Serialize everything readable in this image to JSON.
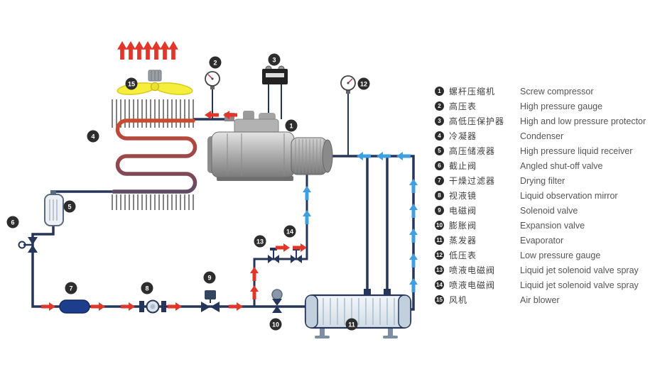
{
  "legend": {
    "items": [
      {
        "num": "1",
        "zh": "螺杆压缩机",
        "en": "Screw compressor"
      },
      {
        "num": "2",
        "zh": "高压表",
        "en": "High pressure gauge"
      },
      {
        "num": "3",
        "zh": "高低压保护器",
        "en": "High and low pressure protector"
      },
      {
        "num": "4",
        "zh": "冷凝器",
        "en": "Condenser"
      },
      {
        "num": "5",
        "zh": "高压储液器",
        "en": "High pressure liquid receiver"
      },
      {
        "num": "6",
        "zh": "截止阀",
        "en": "Angled shut-off valve"
      },
      {
        "num": "7",
        "zh": "干燥过滤器",
        "en": "Drying filter"
      },
      {
        "num": "8",
        "zh": "视液镜",
        "en": "Liquid observation mirror"
      },
      {
        "num": "9",
        "zh": "电磁阀",
        "en": "Solenoid valve"
      },
      {
        "num": "10",
        "zh": "膨胀阀",
        "en": "Expansion valve"
      },
      {
        "num": "11",
        "zh": "蒸发器",
        "en": "Evaporator"
      },
      {
        "num": "12",
        "zh": "低压表",
        "en": "Low pressure gauge"
      },
      {
        "num": "13",
        "zh": "喷液电磁阀",
        "en": "Liquid jet solenoid valve spray"
      },
      {
        "num": "14",
        "zh": "喷液电磁阀",
        "en": "Liquid jet solenoid valve spray"
      },
      {
        "num": "15",
        "zh": "风机",
        "en": "Air blower"
      }
    ]
  },
  "diagram": {
    "colors": {
      "pipe": "#26365a",
      "hot_flow": "#e2362a",
      "cold_flow": "#3f9fe0",
      "condenser_coil_hot": "#d04a2e",
      "condenser_coil_cool": "#5f4a66",
      "fan_blade": "#f6ee3c",
      "filter_body": "#1c3e8c",
      "badge": "#2d2d2d"
    }
  }
}
